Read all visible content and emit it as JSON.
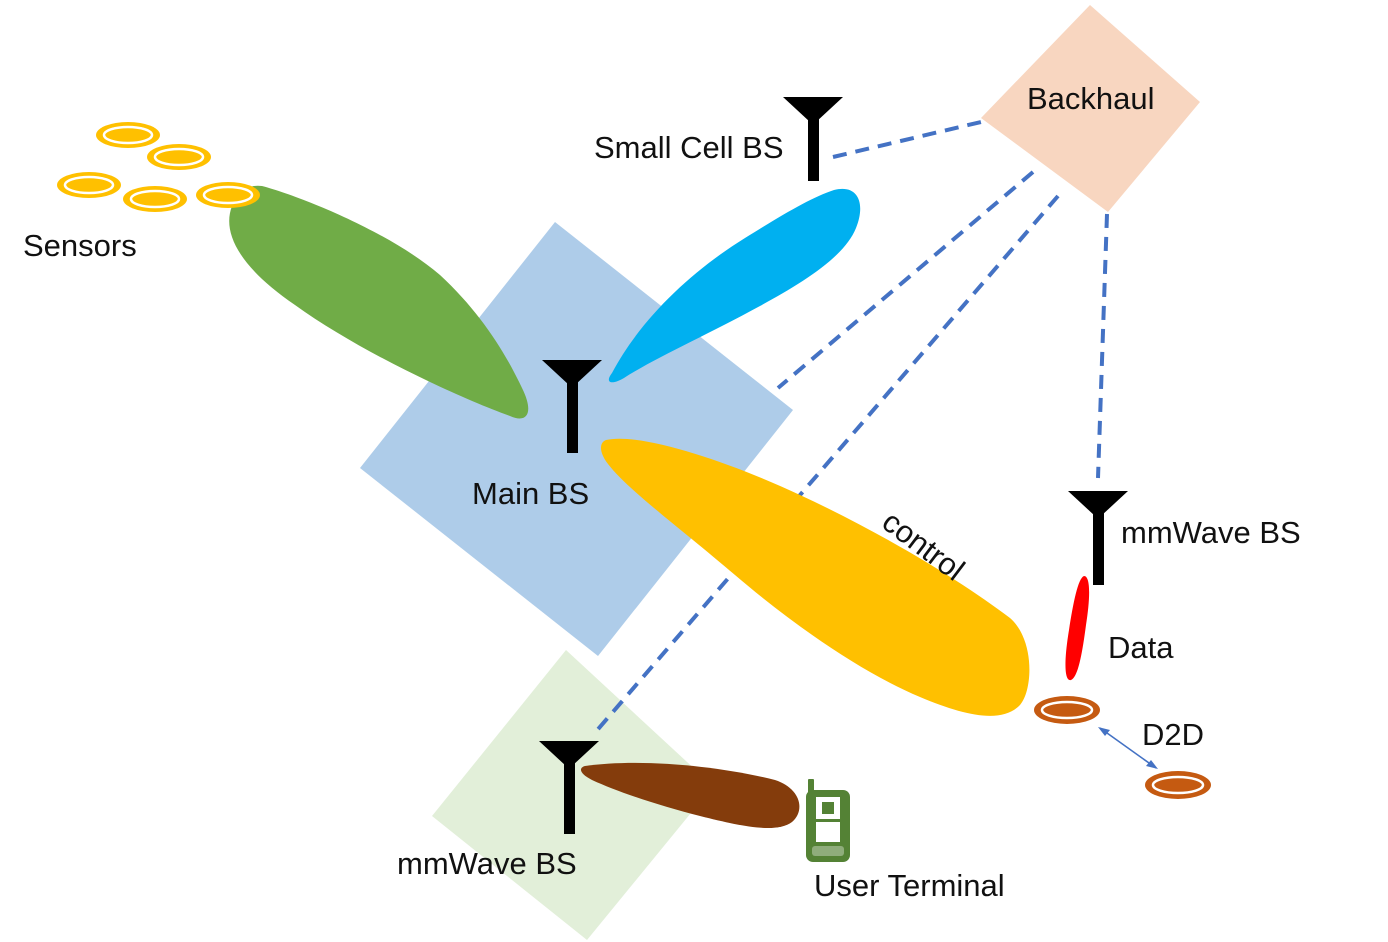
{
  "labels": {
    "backhaul": "Backhaul",
    "small_cell_bs": "Small Cell BS",
    "sensors": "Sensors",
    "main_bs": "Main BS",
    "control": "control",
    "mmwave_bs_right": "mmWave BS",
    "data": "Data",
    "d2d": "D2D",
    "mmwave_bs_bottom": "mmWave BS",
    "user_terminal": "User Terminal"
  },
  "colors": {
    "backhaul_fill": "#f8d6c0",
    "main_bs_zone": "#aecce9",
    "mmwave_zone": "#e2efd9",
    "sensor_beam": "#70ac47",
    "small_cell_beam": "#00b0f0",
    "control_beam": "#ffc000",
    "data_beam": "#ff0000",
    "user_beam": "#843c0c",
    "backhaul_link": "#4472c4",
    "sensor_disc": "#ffc000",
    "d2d_device": "#c55a11",
    "user_terminal": "#548235",
    "antenna": "#000000"
  },
  "icons": {
    "antenna": "antenna-icon",
    "sensor": "sensor-icon",
    "d2d_device": "d2d-device-icon",
    "user_terminal": "phone-icon"
  }
}
